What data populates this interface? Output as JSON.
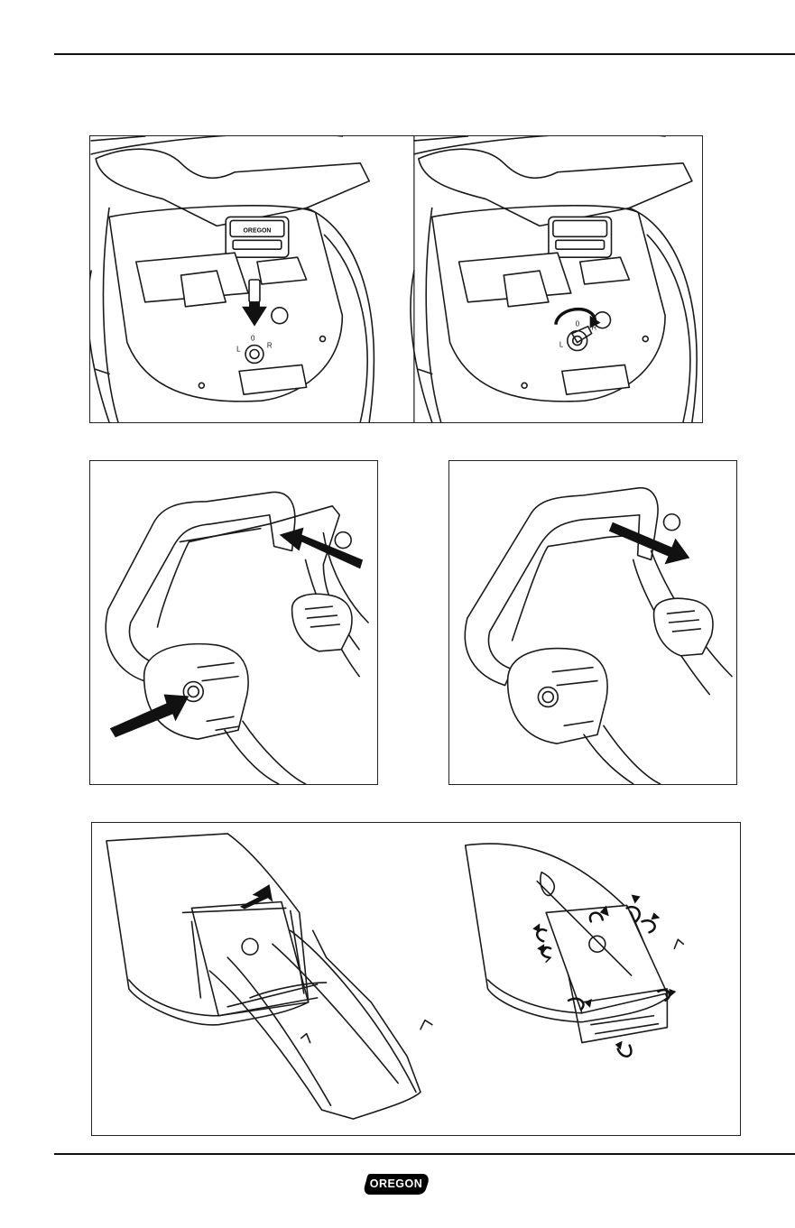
{
  "panels": {
    "key_insert": {
      "label_l": "L",
      "label_0": "0",
      "label_r": "R"
    },
    "key_turn": {
      "label_l": "L",
      "label_0": "0",
      "label_r": "R"
    },
    "control_badge": {
      "brand": "OREGON"
    }
  },
  "footer": {
    "brand_logo": "OREGON"
  },
  "icons": {
    "arrow": "arrow-icon",
    "rotate": "rotate-arrow-icon"
  },
  "colors": {
    "line": "#1a1a1a",
    "arrow": "#111111",
    "logo_bg": "#000000"
  }
}
